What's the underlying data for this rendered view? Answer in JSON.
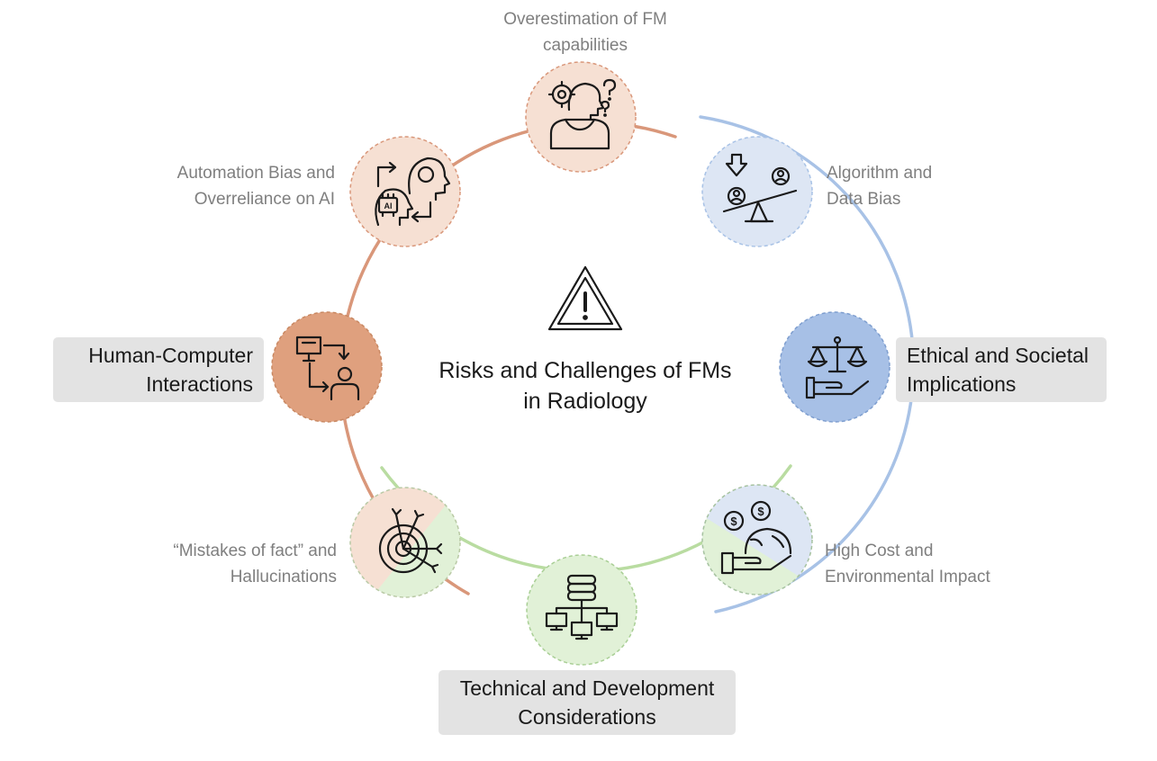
{
  "title": {
    "line1": "Risks and Challenges of FMs",
    "line2": "in Radiology"
  },
  "icons": {
    "center": "warning-triangle-icon",
    "overestimation": "thinking-person-gear-icon",
    "automation": "ai-brain-heads-icon",
    "hci": "computer-user-icon",
    "mistakes": "target-arrows-icon",
    "technical": "database-network-icon",
    "cost": "money-globe-hand-icon",
    "ethical": "scales-hand-icon",
    "algorithm": "balance-seesaw-icon"
  },
  "categories": {
    "hci": {
      "line1": "Human-Computer",
      "line2": "Interactions",
      "color": "#dfa07e"
    },
    "ethical": {
      "line1": "Ethical and Societal",
      "line2": "Implications",
      "color": "#a7c0e6"
    },
    "technical": {
      "line1": "Technical and Development",
      "line2": "Considerations",
      "color": "#dcefd3"
    }
  },
  "nodes": {
    "overestimation": {
      "line1": "Overestimation of FM",
      "line2": "capabilities"
    },
    "automation": {
      "line1": "Automation Bias and",
      "line2": "Overreliance on AI"
    },
    "mistakes": {
      "line1": "“Mistakes of fact” and",
      "line2": "Hallucinations"
    },
    "algorithm": {
      "line1": "Algorithm and",
      "line2": "Data Bias"
    },
    "cost": {
      "line1": "High Cost and",
      "line2": "Environmental Impact"
    }
  },
  "colors": {
    "orange_ring": "#d9977a",
    "blue_ring": "#a8c2e6",
    "green_ring": "#b9dca1",
    "orange_fill": "#f6e0d3",
    "blue_fill": "#dde6f4",
    "green_fill": "#e1f1d7"
  }
}
